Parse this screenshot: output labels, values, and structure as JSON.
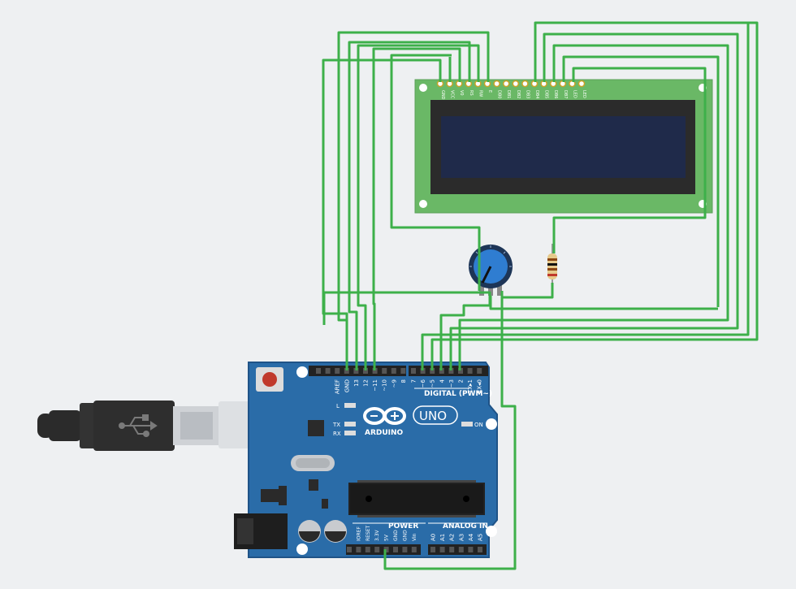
{
  "lcd": {
    "pins": [
      "GND",
      "VCC",
      "V0",
      "RS",
      "RW",
      "E",
      "DB0",
      "DB1",
      "DB2",
      "DB3",
      "DB4",
      "DB5",
      "DB6",
      "DB7",
      "LED",
      "LED"
    ]
  },
  "arduino": {
    "digital_pins": [
      "AREF",
      "GND",
      "13",
      "12",
      "~11",
      "~10",
      "~9",
      "8",
      "7",
      "~6",
      "~5",
      "4",
      "~3",
      "2",
      "TX▸1",
      "RX◂0"
    ],
    "digital_label": "DIGITAL (PWM~)",
    "brand": "ARDUINO",
    "model": "UNO",
    "on_label": "ON",
    "led_l": "L",
    "led_tx": "TX",
    "led_rx": "RX",
    "power_label": "POWER",
    "power_pins": [
      "IOREF",
      "RESET",
      "3.3V",
      "5V",
      "GND",
      "GND",
      "Vin"
    ],
    "analog_label": "ANALOG IN",
    "analog_pins": [
      "A0",
      "A1",
      "A2",
      "A3",
      "A4",
      "A5"
    ]
  },
  "colors": {
    "background": "#eef0f2",
    "wire": "#3db04a",
    "board": "#2a6ca8",
    "board_edge": "#1f5387",
    "lcd_pcb": "#6ab866",
    "lcd_screen": "#1f2a4a",
    "pot": "#2f7dd1"
  },
  "icons": {
    "usb": "usb-icon",
    "logo": "infinity-logo-icon"
  }
}
